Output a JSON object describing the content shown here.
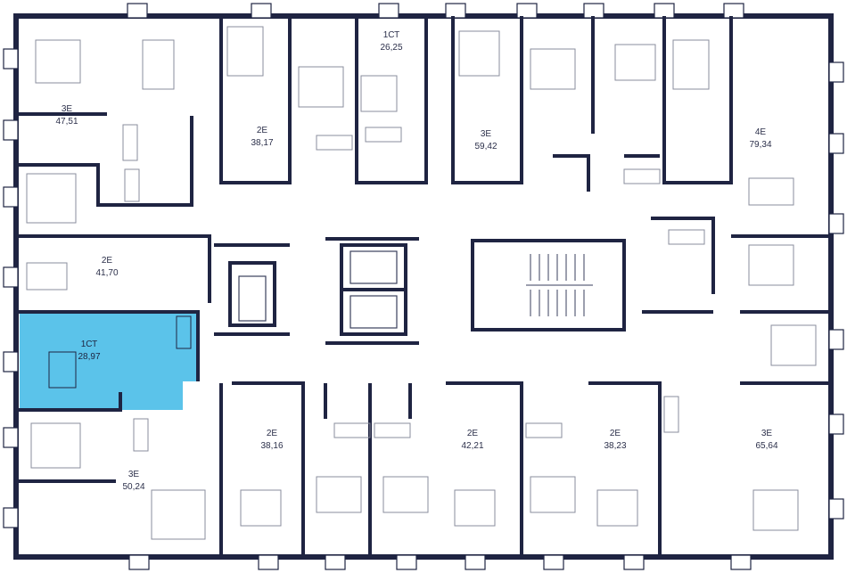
{
  "colors": {
    "wall": "#1f2442",
    "thin": "#3a3f5c",
    "furniture": "#8a8d9c",
    "highlight": "#5bc3ea",
    "background": "#ffffff"
  },
  "units": [
    {
      "id": "u1",
      "type": "3Е",
      "area": "47,51",
      "highlighted": false
    },
    {
      "id": "u2",
      "type": "2Е",
      "area": "38,17",
      "highlighted": false
    },
    {
      "id": "u3",
      "type": "1СТ",
      "area": "26,25",
      "highlighted": false
    },
    {
      "id": "u4",
      "type": "3Е",
      "area": "59,42",
      "highlighted": false
    },
    {
      "id": "u5",
      "type": "4Е",
      "area": "79,34",
      "highlighted": false
    },
    {
      "id": "u6",
      "type": "2Е",
      "area": "41,70",
      "highlighted": false
    },
    {
      "id": "u7",
      "type": "1СТ",
      "area": "28,97",
      "highlighted": true
    },
    {
      "id": "u8",
      "type": "2Е",
      "area": "38,16",
      "highlighted": false
    },
    {
      "id": "u9",
      "type": "2Е",
      "area": "42,21",
      "highlighted": false
    },
    {
      "id": "u10",
      "type": "2Е",
      "area": "38,23",
      "highlighted": false
    },
    {
      "id": "u11",
      "type": "3Е",
      "area": "65,64",
      "highlighted": false
    },
    {
      "id": "u12",
      "type": "3Е",
      "area": "50,24",
      "highlighted": false
    }
  ]
}
